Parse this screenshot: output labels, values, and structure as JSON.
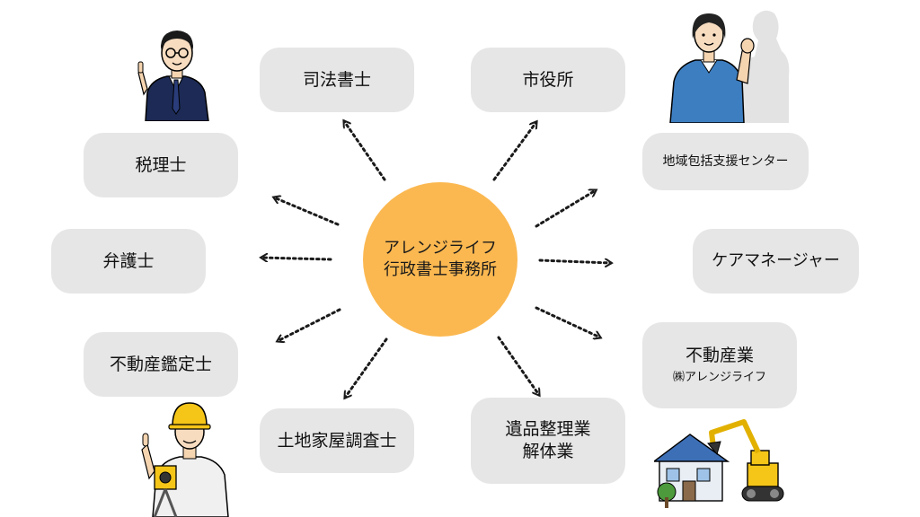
{
  "center": {
    "line1": "アレンジライフ",
    "line2": "行政書士事務所"
  },
  "nodes": {
    "shiho": "司法書士",
    "shiyakusho": "市役所",
    "zeirishi": "税理士",
    "chiiki": "地域包括支援センター",
    "bengoshi": "弁護士",
    "caremanager": "ケアマネージャー",
    "fudosan_kantei": "不動産鑑定士",
    "fudosangyo": {
      "line1": "不動産業",
      "line2": "㈱アレンジライフ"
    },
    "tochikaoku": "土地家屋調査士",
    "ihin": {
      "line1": "遺品整理業",
      "line2": "解体業"
    }
  },
  "colors": {
    "center": "#fbb850",
    "node": "#e6e6e6",
    "arrow": "#1a1a1a"
  }
}
